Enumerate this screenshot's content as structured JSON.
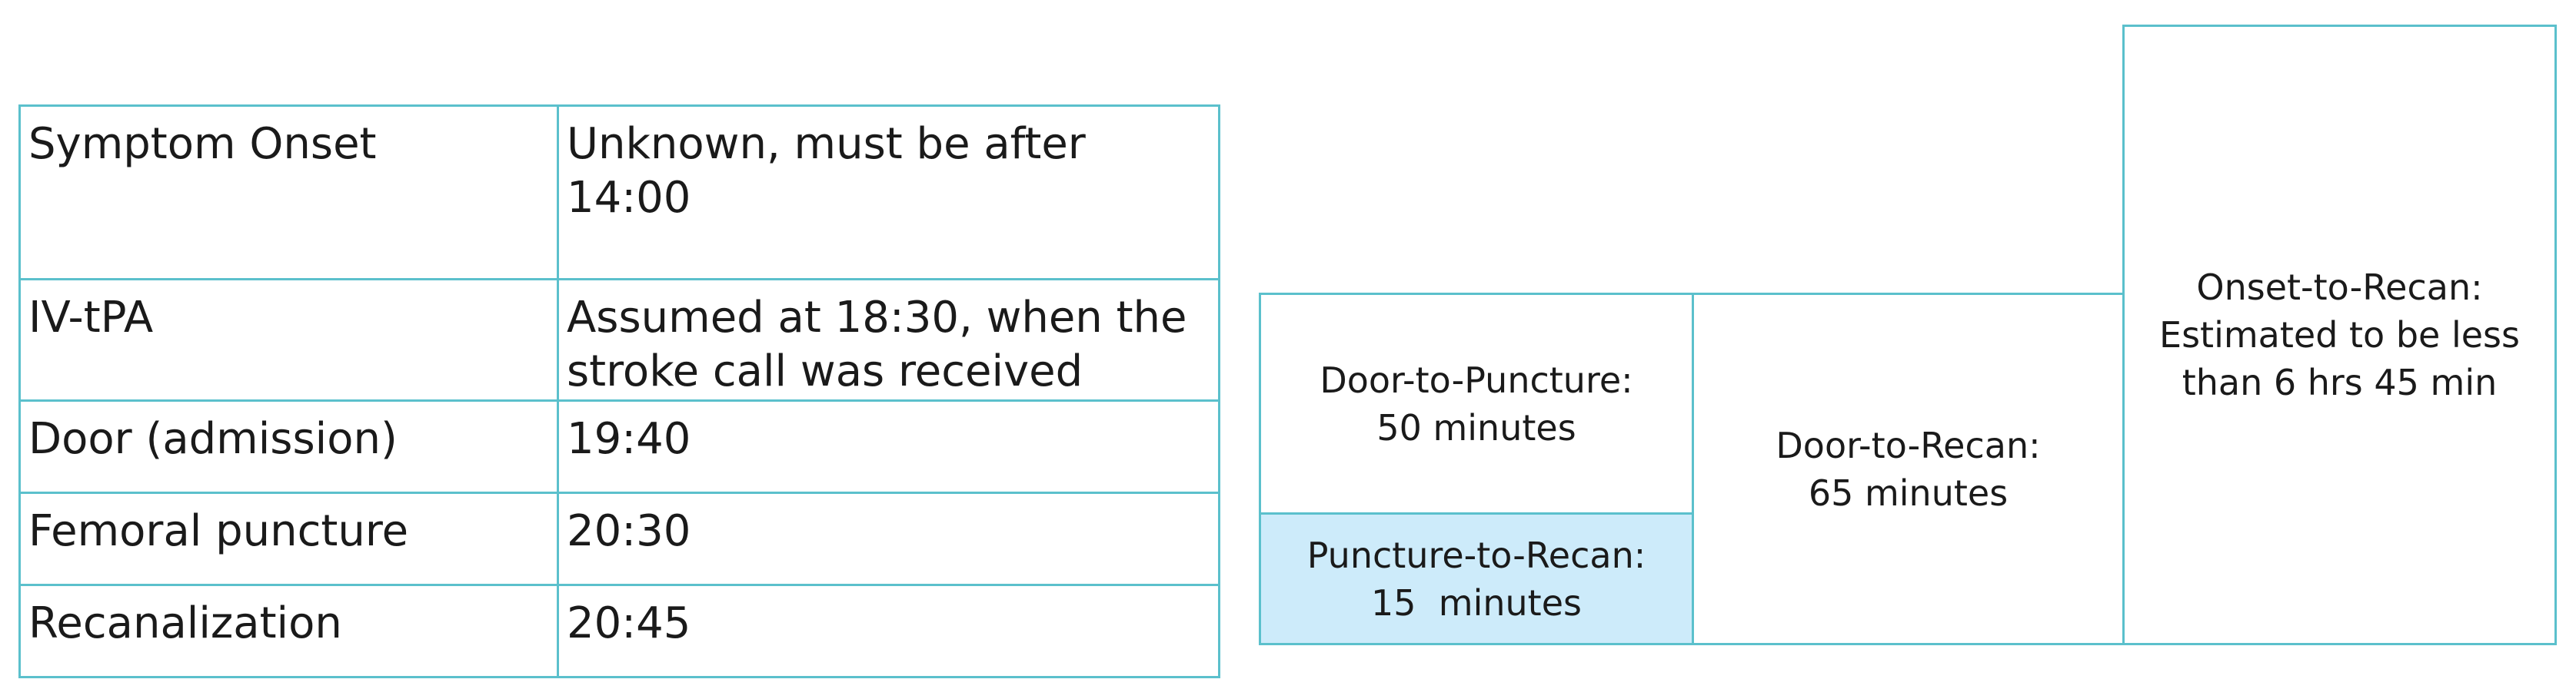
{
  "timeline": {
    "rows": [
      {
        "label": "Symptom Onset",
        "value": "Unknown, must be after 14:00"
      },
      {
        "label": "IV-tPA",
        "value": "Assumed at 18:30, when the stroke call was received"
      },
      {
        "label": "Door (admission)",
        "value": "19:40"
      },
      {
        "label": "Femoral puncture",
        "value": "20:30"
      },
      {
        "label": "Recanalization",
        "value": "20:45"
      }
    ]
  },
  "intervals": {
    "door_to_puncture": {
      "title": "Door-to-Puncture:",
      "value": "50 minutes"
    },
    "puncture_to_recan": {
      "title": "Puncture-to-Recan:",
      "value": "15  minutes"
    },
    "door_to_recan": {
      "title": "Door-to-Recan:",
      "value": "65 minutes"
    },
    "onset_to_recan": {
      "title": "Onset-to-Recan:",
      "value": "Estimated to be less than 6 hrs 45 min"
    }
  },
  "colors": {
    "border": "#5bc0cc",
    "highlight_fill": "#cdebfa"
  }
}
